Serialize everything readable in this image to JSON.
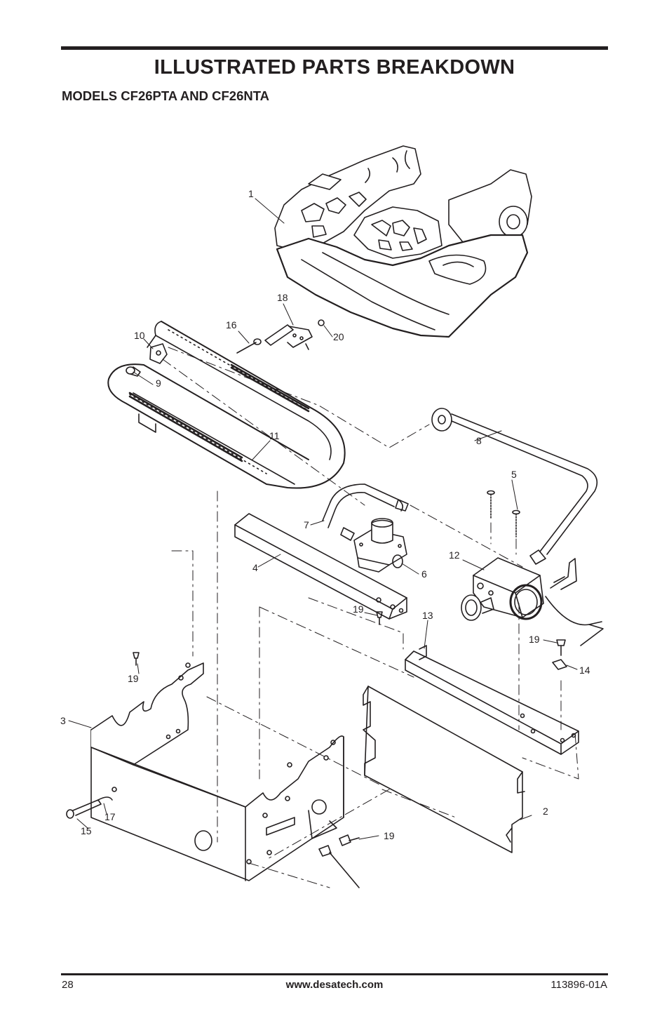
{
  "header": {
    "title": "ILLUSTRATED PARTS BREAKDOWN",
    "subtitle": "MODELS CF26PTA AND CF26NTA"
  },
  "diagram": {
    "callouts": [
      {
        "id": "c1",
        "label": "1"
      },
      {
        "id": "c2",
        "label": "2"
      },
      {
        "id": "c3",
        "label": "3"
      },
      {
        "id": "c4",
        "label": "4"
      },
      {
        "id": "c5",
        "label": "5"
      },
      {
        "id": "c6",
        "label": "6"
      },
      {
        "id": "c7",
        "label": "7"
      },
      {
        "id": "c8",
        "label": "8"
      },
      {
        "id": "c9",
        "label": "9"
      },
      {
        "id": "c10",
        "label": "10"
      },
      {
        "id": "c11",
        "label": "11"
      },
      {
        "id": "c12",
        "label": "12"
      },
      {
        "id": "c13",
        "label": "13"
      },
      {
        "id": "c14",
        "label": "14"
      },
      {
        "id": "c15",
        "label": "15"
      },
      {
        "id": "c16",
        "label": "16"
      },
      {
        "id": "c17",
        "label": "17"
      },
      {
        "id": "c18",
        "label": "18"
      },
      {
        "id": "c19a",
        "label": "19"
      },
      {
        "id": "c19b",
        "label": "19"
      },
      {
        "id": "c19c",
        "label": "19"
      },
      {
        "id": "c19d",
        "label": "19"
      },
      {
        "id": "c20",
        "label": "20"
      }
    ]
  },
  "footer": {
    "page_number": "28",
    "website": "www.desatech.com",
    "doc_code": "113896-01A"
  }
}
